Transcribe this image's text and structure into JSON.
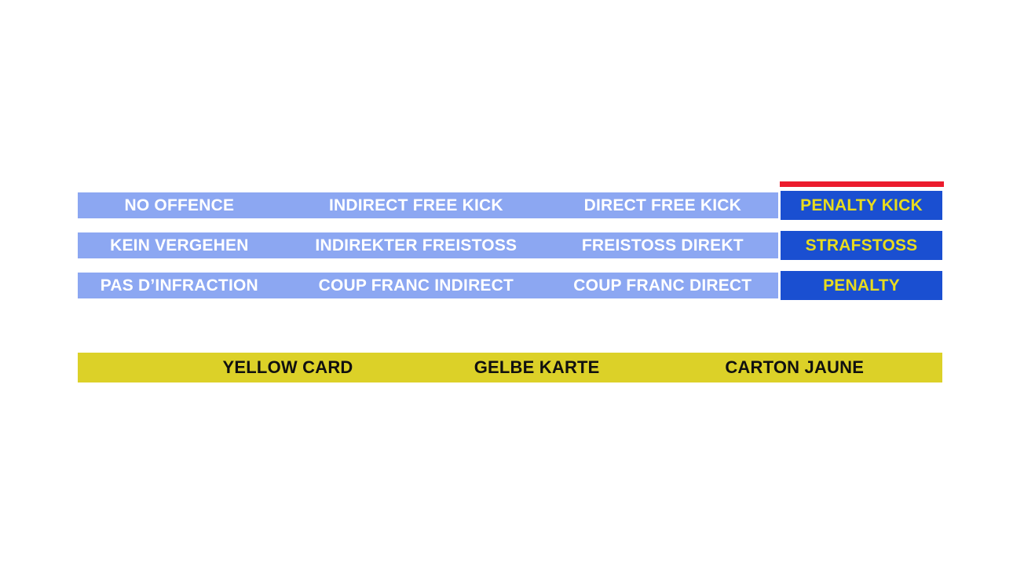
{
  "colors": {
    "light_blue": "#8CA7F2",
    "dark_blue": "#1A4FD1",
    "red": "#EC1C2D",
    "yellow": "#DCD128",
    "yellow_text": "#E8DC1E",
    "white_text": "#FFFFFF",
    "black_text": "#101010"
  },
  "severity_scale": {
    "rows": [
      {
        "cells": [
          "NO OFFENCE",
          "INDIRECT FREE KICK",
          "DIRECT FREE KICK"
        ],
        "penalty_label": "PENALTY KICK"
      },
      {
        "cells": [
          "KEIN VERGEHEN",
          "INDIREKTER FREISTOSS",
          "FREISTOSS DIREKT"
        ],
        "penalty_label": "STRAFSTOSS"
      },
      {
        "cells": [
          "PAS D’INFRACTION",
          "COUP FRANC INDIRECT",
          "COUP FRANC DIRECT"
        ],
        "penalty_label": "PENALTY"
      }
    ]
  },
  "yellow_card_bar": {
    "labels": [
      "YELLOW CARD",
      "GELBE KARTE",
      "CARTON JAUNE"
    ]
  }
}
